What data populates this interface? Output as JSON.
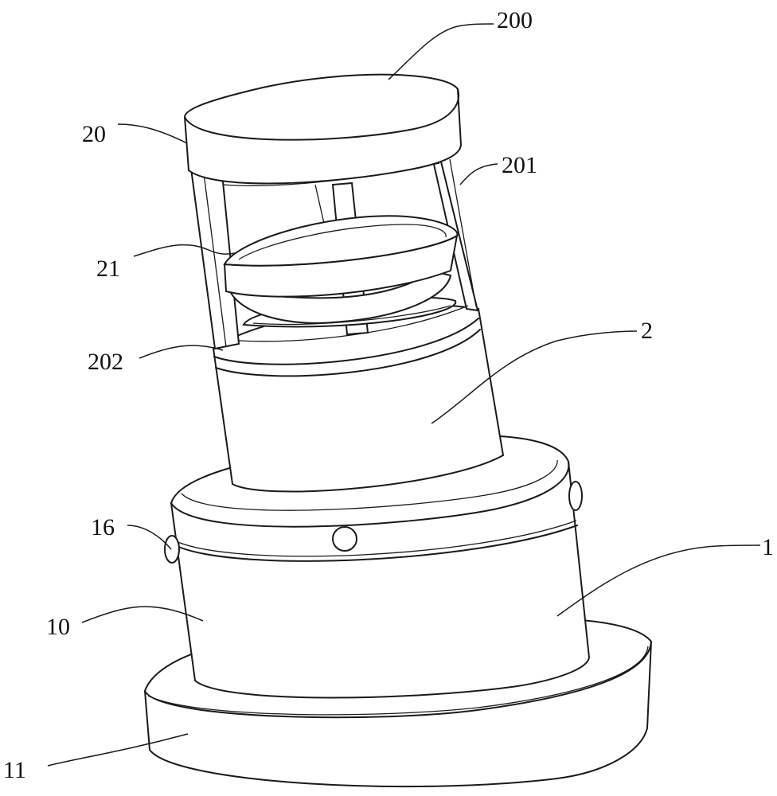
{
  "labels": {
    "l200": "200",
    "l20": "20",
    "l201": "201",
    "l21": "21",
    "l202": "202",
    "l2": "2",
    "l16": "16",
    "l1": "1",
    "l10": "10",
    "l11": "11"
  }
}
